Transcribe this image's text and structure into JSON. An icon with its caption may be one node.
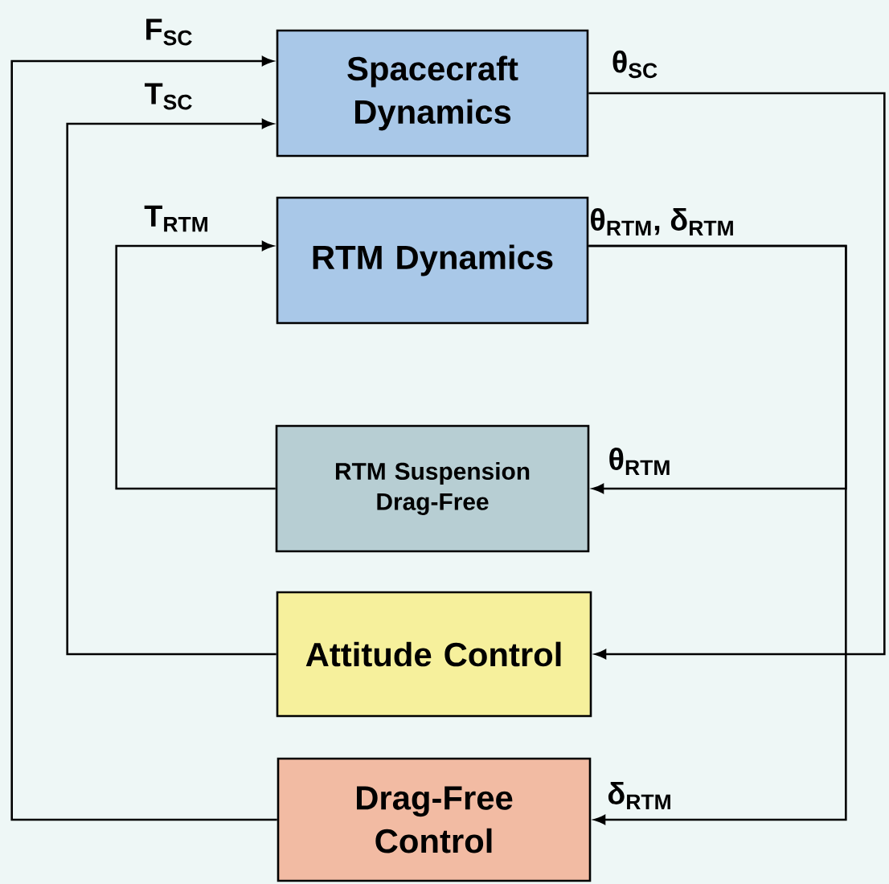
{
  "diagram": {
    "nodes": [
      {
        "text": [
          "Spacecraft Dynamics"
        ]
      },
      {
        "text": [
          "RTM Dynamics"
        ]
      },
      {
        "text": [
          "RTM Suspension Drag-Free"
        ]
      },
      {
        "text": [
          "Attitude Control"
        ]
      },
      {
        "text": [
          "Drag-Free Control"
        ]
      }
    ],
    "edges": [
      {
        "from": 4,
        "to": 0,
        "arrow": "to",
        "label": "F$_{SC}$"
      },
      {
        "from": 3,
        "to": 0,
        "arrow": "to",
        "label": "T$_{SC}$"
      },
      {
        "from": 2,
        "to": 1,
        "arrow": "to",
        "label": "T$_{RTM}$"
      },
      {
        "from": 0,
        "to": 3,
        "arrow": "to",
        "label": "θ$_{SC}$"
      },
      {
        "from": 1,
        "to": 2,
        "arrow": "to",
        "label": "θ$_{RTM}$"
      },
      {
        "from": 1,
        "to": 4,
        "arrow": "to",
        "label": "δ$_{RTM}$"
      }
    ],
    "labels": [
      "θ$_{RTM}$, δ$_{RTM}$"
    ]
  }
}
